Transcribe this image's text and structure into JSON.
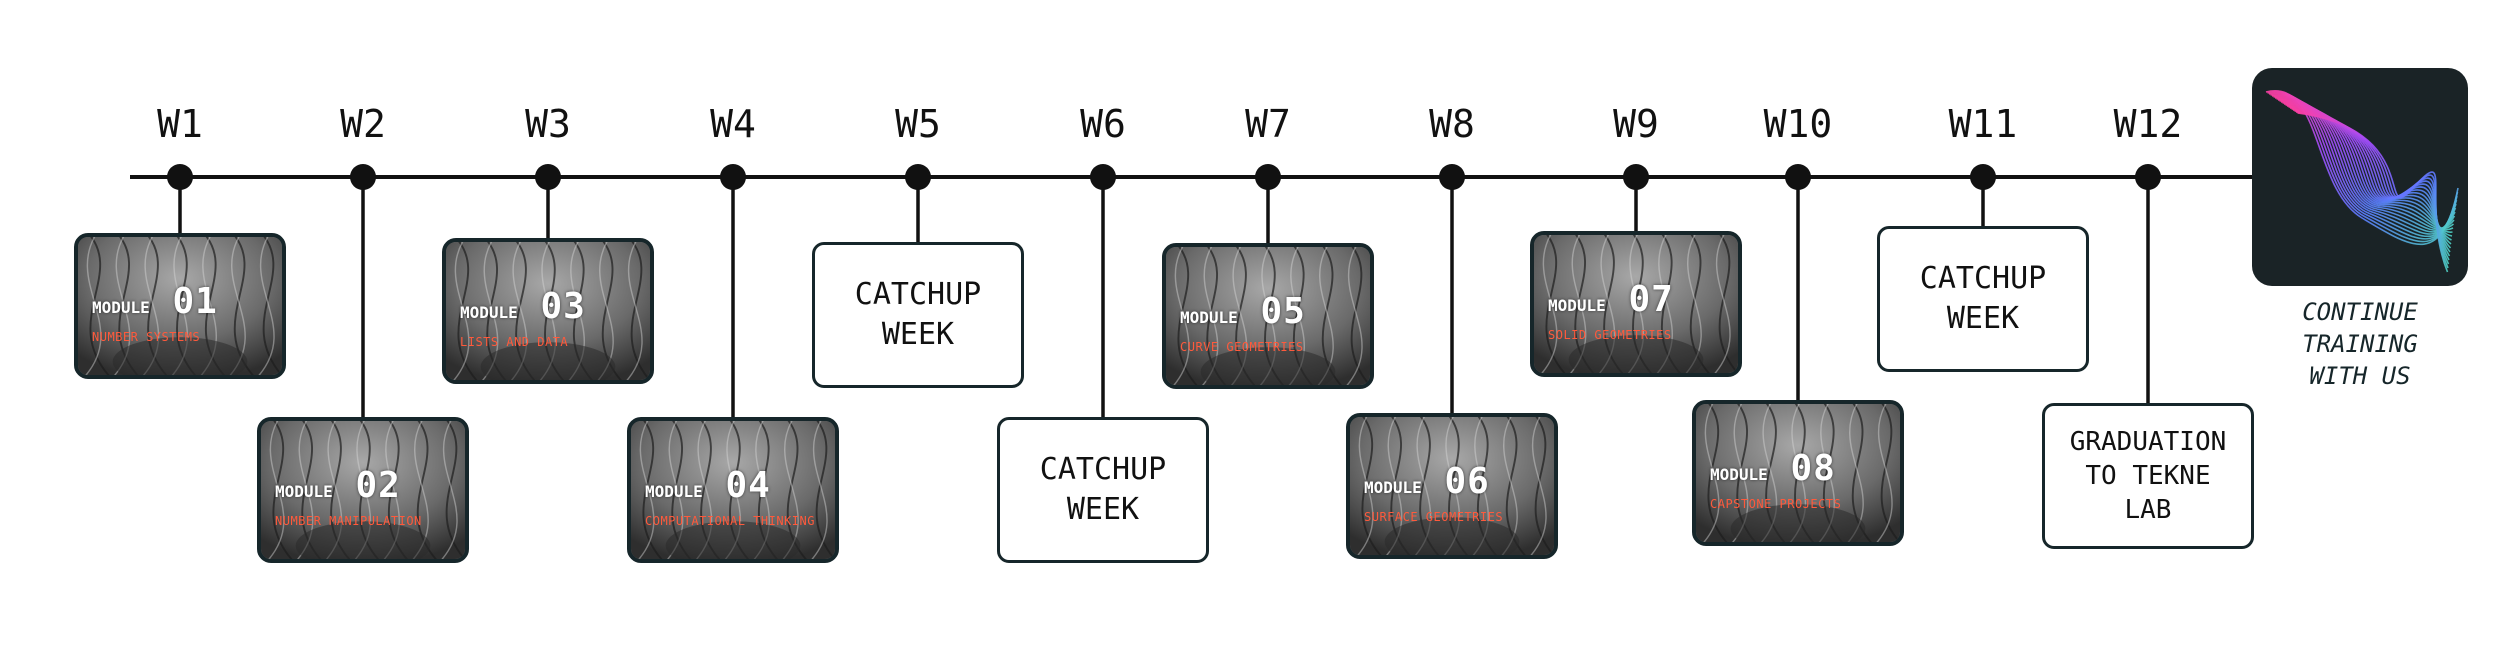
{
  "weeks": [
    {
      "label": "W1",
      "item": {
        "kind": "module",
        "word": "MODULE",
        "num": "01",
        "subtitle": "NUMBER SYSTEMS"
      }
    },
    {
      "label": "W2",
      "item": {
        "kind": "module",
        "word": "MODULE",
        "num": "02",
        "subtitle": "NUMBER MANIPULATION"
      }
    },
    {
      "label": "W3",
      "item": {
        "kind": "module",
        "word": "MODULE",
        "num": "03",
        "subtitle": "LISTS AND DATA"
      }
    },
    {
      "label": "W4",
      "item": {
        "kind": "module",
        "word": "MODULE",
        "num": "04",
        "subtitle": "COMPUTATIONAL THINKING"
      }
    },
    {
      "label": "W5",
      "item": {
        "kind": "text",
        "text": "CATCHUP\nWEEK"
      }
    },
    {
      "label": "W6",
      "item": {
        "kind": "text",
        "text": "CATCHUP\nWEEK"
      }
    },
    {
      "label": "W7",
      "item": {
        "kind": "module",
        "word": "MODULE",
        "num": "05",
        "subtitle": "CURVE GEOMETRIES"
      }
    },
    {
      "label": "W8",
      "item": {
        "kind": "module",
        "word": "MODULE",
        "num": "06",
        "subtitle": "SURFACE GEOMETRIES"
      }
    },
    {
      "label": "W9",
      "item": {
        "kind": "module",
        "word": "MODULE",
        "num": "07",
        "subtitle": "SOLID GEOMETRIES"
      }
    },
    {
      "label": "W10",
      "item": {
        "kind": "module",
        "word": "MODULE",
        "num": "08",
        "subtitle": "CAPSTONE PROJECTS"
      }
    },
    {
      "label": "W11",
      "item": {
        "kind": "text",
        "text": "CATCHUP\nWEEK"
      }
    },
    {
      "label": "W12",
      "item": {
        "kind": "text",
        "text": "GRADUATION\nTO TEKNE\nLAB"
      }
    }
  ],
  "final": {
    "caption": "CONTINUE\nTRAINING\nWITH US",
    "logo_icon": "tekne-wave-logo-icon",
    "logo_colors": [
      "#ff3fa4",
      "#a24dff",
      "#5b7dff",
      "#4fd1c5"
    ]
  },
  "colors": {
    "line": "#111111",
    "border": "#16262a",
    "subtitle": "#ff5a3c",
    "logo_bg": "#1a2326"
  }
}
